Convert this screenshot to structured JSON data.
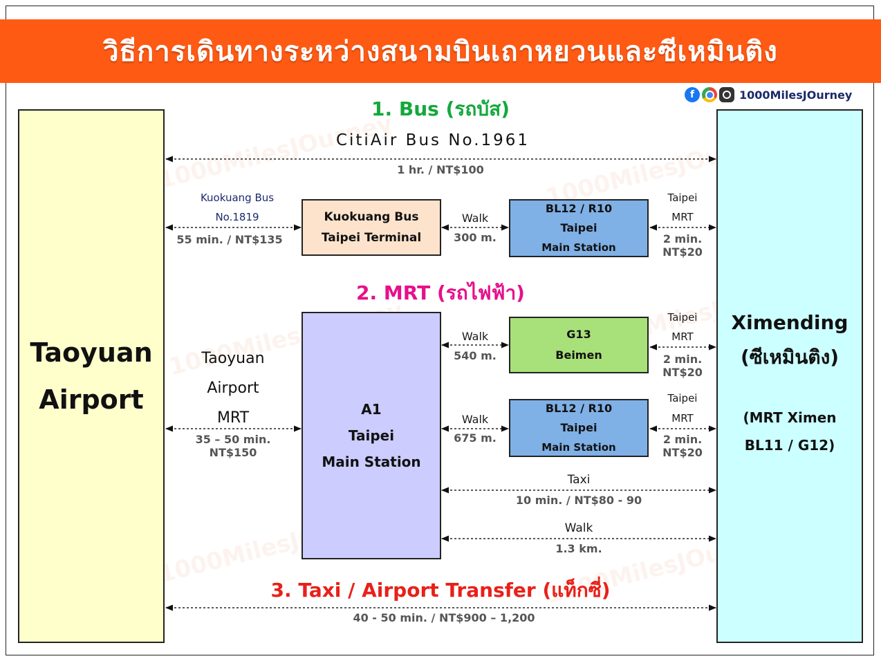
{
  "title": "วิธีการเดินทางระหว่างสนามบินเถาหยวนและซีเหมินติง",
  "brand": "1000MilesJOurney",
  "watermark": "1000MilesJOurney",
  "colors": {
    "banner": "#ff5a14",
    "bus_heading": "#14a83c",
    "mrt_heading": "#e6108c",
    "taxi_heading": "#e8201a",
    "airport_box": "#ffffcc",
    "ximending_box": "#ccffff",
    "terminal_box": "#fde3cc",
    "blue_station_box": "#7fb0e6",
    "green_station_box": "#a8e07a",
    "a1_box": "#ccccff"
  },
  "origin": {
    "line1": "Taoyuan",
    "line2": "Airport"
  },
  "destination": {
    "line1": "Ximending",
    "line2": "(ซีเหมินติง)",
    "line3": "(MRT Ximen",
    "line4": "BL11 / G12)"
  },
  "sections": {
    "bus": "1. Bus (รถบัส)",
    "mrt": "2. MRT (รถไฟฟ้า)",
    "taxi": "3. Taxi / Airport Transfer (แท็กซี่)"
  },
  "bus_direct": {
    "name": "CitiAir Bus No.1961",
    "info": "1 hr. / NT$100"
  },
  "bus_kuokuang": {
    "name1": "Kuokuang Bus",
    "name2": "No.1819",
    "info": "55 min. / NT$135",
    "terminal1": "Kuokuang Bus",
    "terminal2": "Taipei Terminal",
    "walk": "Walk",
    "walk_dist": "300 m.",
    "station1": "BL12 / R10",
    "station2": "Taipei",
    "station3": "Main Station",
    "mrt1": "Taipei",
    "mrt2": "MRT",
    "mrt_time": "2 min.",
    "mrt_price": "NT$20"
  },
  "mrt_route": {
    "line1": "Taoyuan",
    "line2": "Airport",
    "line3": "MRT",
    "time": "35 – 50 min.",
    "price": "NT$150",
    "a1_line1": "A1",
    "a1_line2": "Taipei",
    "a1_line3": "Main Station"
  },
  "mrt_g13": {
    "walk": "Walk",
    "walk_dist": "540 m.",
    "station1": "G13",
    "station2": "Beimen",
    "mrt1": "Taipei",
    "mrt2": "MRT",
    "mrt_time": "2 min.",
    "mrt_price": "NT$20"
  },
  "mrt_bl12": {
    "walk": "Walk",
    "walk_dist": "675 m.",
    "station1": "BL12 / R10",
    "station2": "Taipei",
    "station3": "Main Station",
    "mrt1": "Taipei",
    "mrt2": "MRT",
    "mrt_time": "2 min.",
    "mrt_price": "NT$20"
  },
  "a1_taxi": {
    "label": "Taxi",
    "info": "10 min. / NT$80 - 90"
  },
  "a1_walk": {
    "label": "Walk",
    "info": "1.3 km."
  },
  "taxi_direct": {
    "info": "40 - 50 min. / NT$900 – 1,200"
  }
}
